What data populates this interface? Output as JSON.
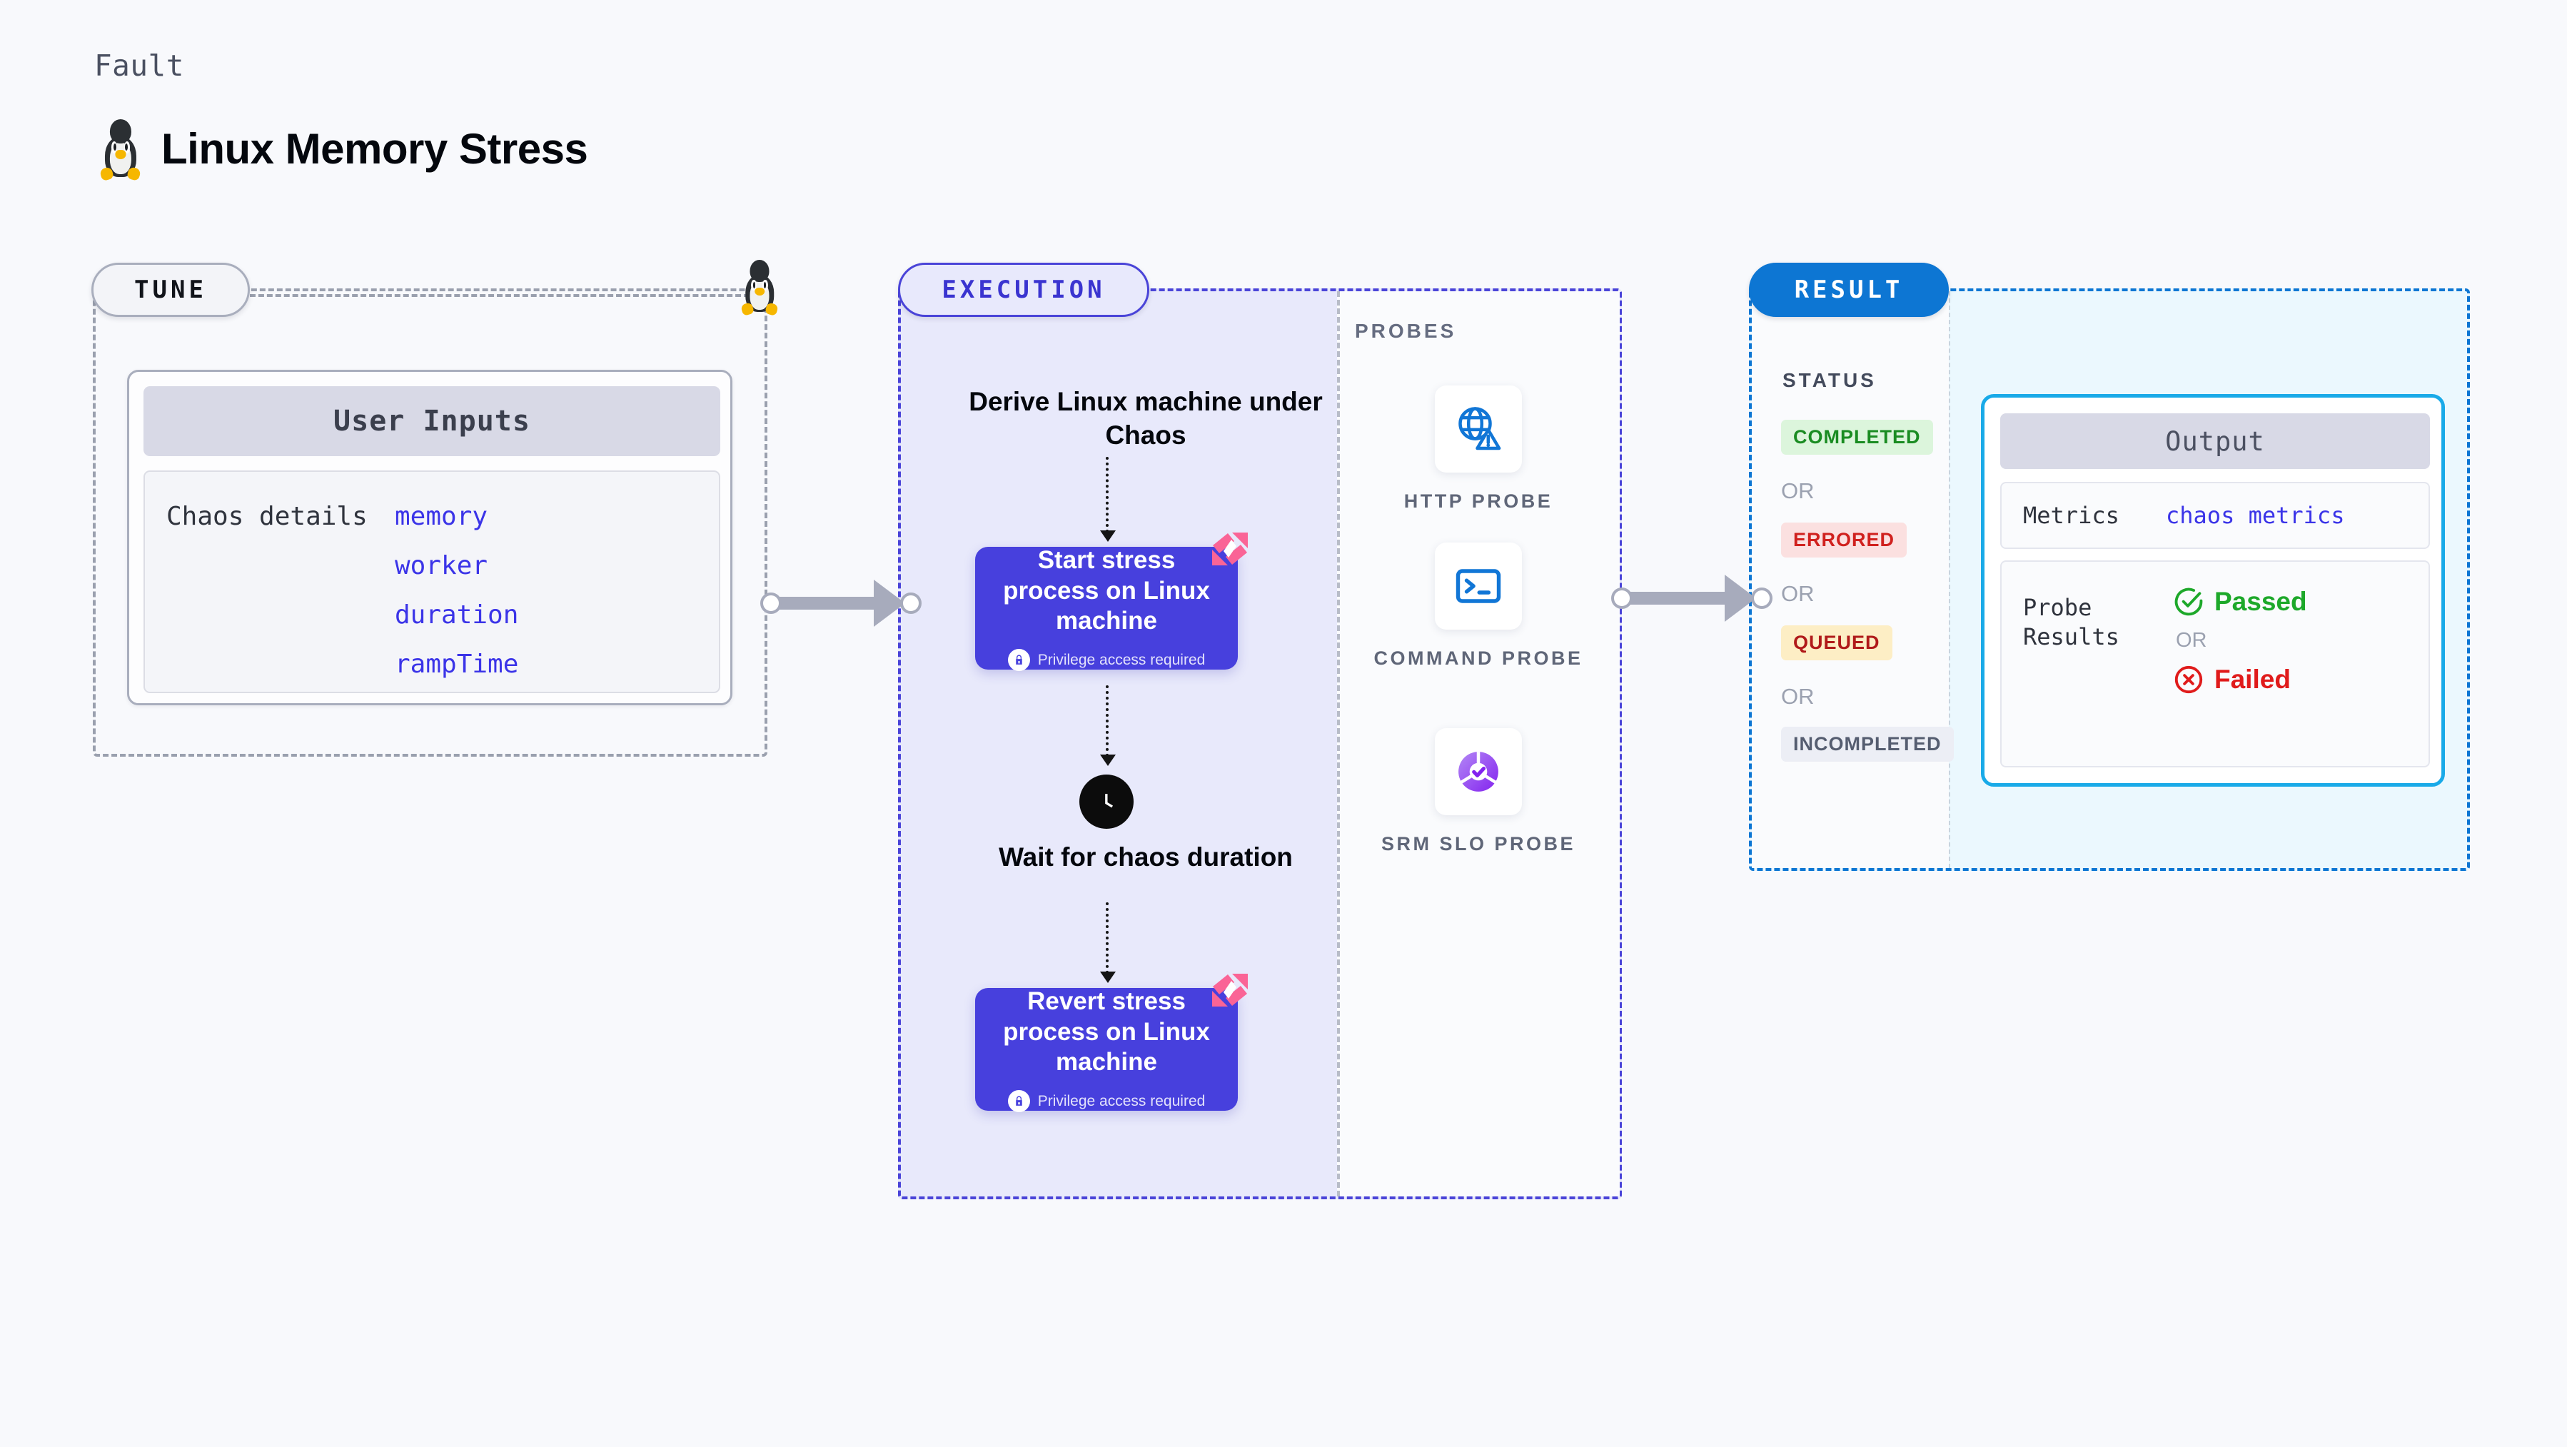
{
  "header": {
    "kicker": "Fault",
    "title": "Linux Memory Stress",
    "logo_icon": "linux-tux-icon"
  },
  "tune": {
    "pill_label": "TUNE",
    "edge_icon": "linux-tux-icon",
    "card": {
      "header": "User Inputs",
      "field_label": "Chaos details",
      "params": [
        "memory",
        "worker",
        "duration",
        "rampTime"
      ]
    }
  },
  "execution": {
    "pill_label": "EXECUTION",
    "derive_step": "Derive Linux machine under Chaos",
    "nodes": [
      {
        "title": "Start stress process on Linux machine",
        "privilege_note": "Privilege access required",
        "lock_icon": "lock-icon",
        "brand_icon": "harness-logo-icon"
      },
      {
        "title": "Revert stress process on Linux machine",
        "privilege_note": "Privilege access required",
        "lock_icon": "lock-icon",
        "brand_icon": "harness-logo-icon"
      }
    ],
    "wait_step": {
      "icon": "clock-icon",
      "label": "Wait for chaos duration"
    }
  },
  "probes": {
    "title": "PROBES",
    "items": [
      {
        "label": "HTTP PROBE",
        "icon": "globe-warning-icon"
      },
      {
        "label": "COMMAND PROBE",
        "icon": "terminal-icon"
      },
      {
        "label": "SRM SLO PROBE",
        "icon": "slo-donut-check-icon"
      }
    ]
  },
  "result": {
    "pill_label": "RESULT",
    "status_title": "STATUS",
    "or_label": "OR",
    "statuses": [
      {
        "label": "COMPLETED",
        "bg": "#dcf5dc",
        "fg": "#1a8c22"
      },
      {
        "label": "ERRORED",
        "bg": "#fbe0e0",
        "fg": "#d0211e"
      },
      {
        "label": "QUEUED",
        "bg": "#fdeec5",
        "fg": "#b01a1a"
      },
      {
        "label": "INCOMPLETED",
        "bg": "#eceef5",
        "fg": "#555d70"
      }
    ],
    "output": {
      "header": "Output",
      "metrics_key": "Metrics",
      "metrics_value": "chaos metrics",
      "probe_results_key": "Probe Results",
      "passed_label": "Passed",
      "failed_label": "Failed",
      "or_label": "OR",
      "passed_icon": "check-circle-icon",
      "failed_icon": "x-circle-icon"
    }
  },
  "colors": {
    "canvas_bg": "#f8f9fc",
    "tune_border": "#9aa0ae",
    "execution_accent": "#4a44d8",
    "execution_fill": "#e8e9fb",
    "result_accent": "#0d76d3",
    "result_fill": "#ebf8fe",
    "node_indigo": "#4740dd",
    "output_border": "#19aae8",
    "param_blue": "#3b34e8",
    "harness_pink": "#fa6496",
    "connector_gray": "#a7abbc"
  }
}
